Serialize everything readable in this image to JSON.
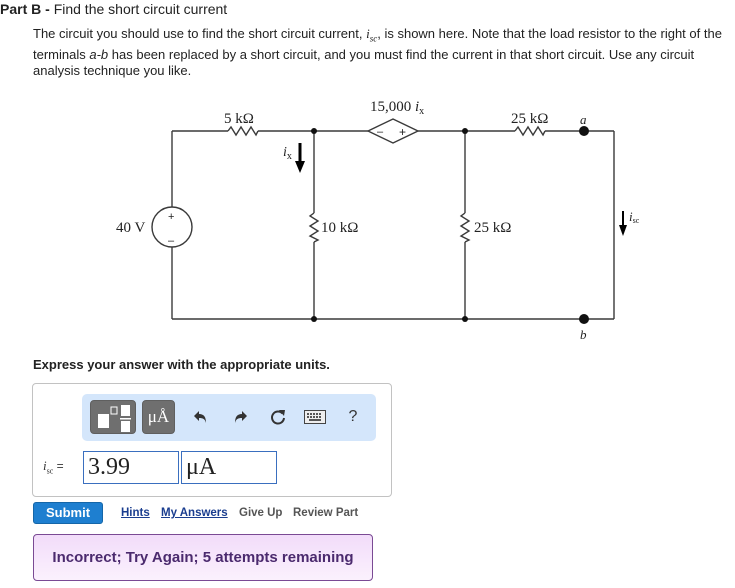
{
  "part": {
    "label": "Part B",
    "separator": " - ",
    "title": "Find the short circuit current"
  },
  "description": {
    "text_1": "The circuit you should use to find the short circuit current, ",
    "symbol": "i",
    "symbol_sub": "sc",
    "text_2": ", is shown here. Note that the load resistor to the right of the terminals ",
    "terminals": "a-b",
    "text_3": " has been replaced by a short circuit, and you must find the current in that short circuit. Use any circuit analysis technique you like."
  },
  "circuit": {
    "source_voltage": "40 V",
    "source_plus": "+",
    "source_minus": "–",
    "r1": "5 kΩ",
    "r2": "10 kΩ",
    "r3": "25 kΩ",
    "r4": "25 kΩ",
    "dependent_source": "15,000",
    "dependent_var": "i",
    "dependent_var_sub": "x",
    "dep_minus": "–",
    "dep_plus": "+",
    "ix_label": "i",
    "ix_sub": "x",
    "isc_label": "i",
    "isc_sub": "sc",
    "terminal_a": "a",
    "terminal_b": "b",
    "colors": {
      "wire": "#3a3a3a",
      "node": "#111111"
    }
  },
  "instructions": "Express your answer with the appropriate units.",
  "toolbar": {
    "template_icon": "fraction-template-icon",
    "units_label": "μÅ",
    "undo_icon": "undo-icon",
    "redo_icon": "redo-icon",
    "reset_icon": "reset-icon",
    "keyboard_icon": "keyboard-icon",
    "help_label": "?"
  },
  "answer": {
    "label_symbol": "i",
    "label_sub": "sc",
    "label_eq": " =",
    "value": "3.99",
    "unit": "μA"
  },
  "actions": {
    "submit": "Submit",
    "hints": "Hints",
    "my_answers": "My Answers",
    "give_up": "Give Up",
    "review_part": "Review Part"
  },
  "feedback": {
    "message": "Incorrect; Try Again; 5 attempts remaining"
  },
  "colors": {
    "submit_bg": "#1e7fd0",
    "toolbar_bg": "#d4e6fb",
    "input_border": "#3a6fbf",
    "feedback_bg": "#f2dcfa",
    "feedback_border": "#7a4a94",
    "feedback_text": "#4b2a6e",
    "link": "#1a3d8f"
  }
}
